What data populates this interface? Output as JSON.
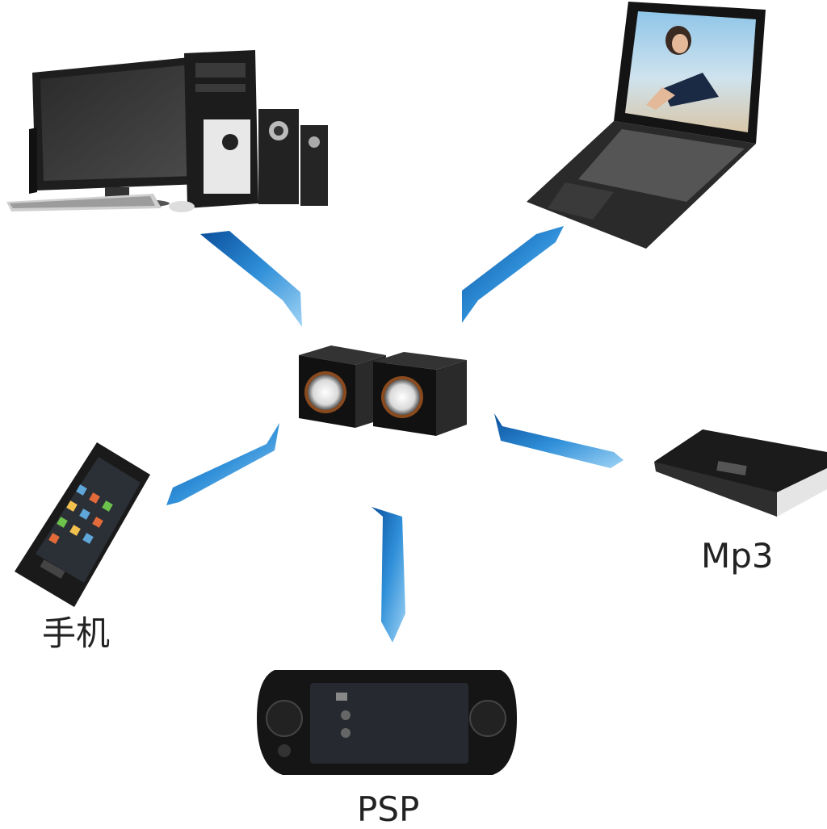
{
  "devices": {
    "desktop": {
      "icon": "desktop-computer-icon"
    },
    "laptop": {
      "icon": "laptop-icon"
    },
    "speakers": {
      "icon": "speaker-icon"
    },
    "mp3": {
      "icon": "mp3-player-icon",
      "label": "Mp3"
    },
    "phone": {
      "icon": "mobile-phone-icon",
      "label": "手机"
    },
    "psp": {
      "icon": "psp-console-icon",
      "label": "PSP"
    }
  },
  "colors": {
    "arrow_dark": "#0b4f9c",
    "arrow_light": "#7ec3f2",
    "device_dark": "#1a1a1a",
    "speaker_ring": "#8a4a1e"
  }
}
